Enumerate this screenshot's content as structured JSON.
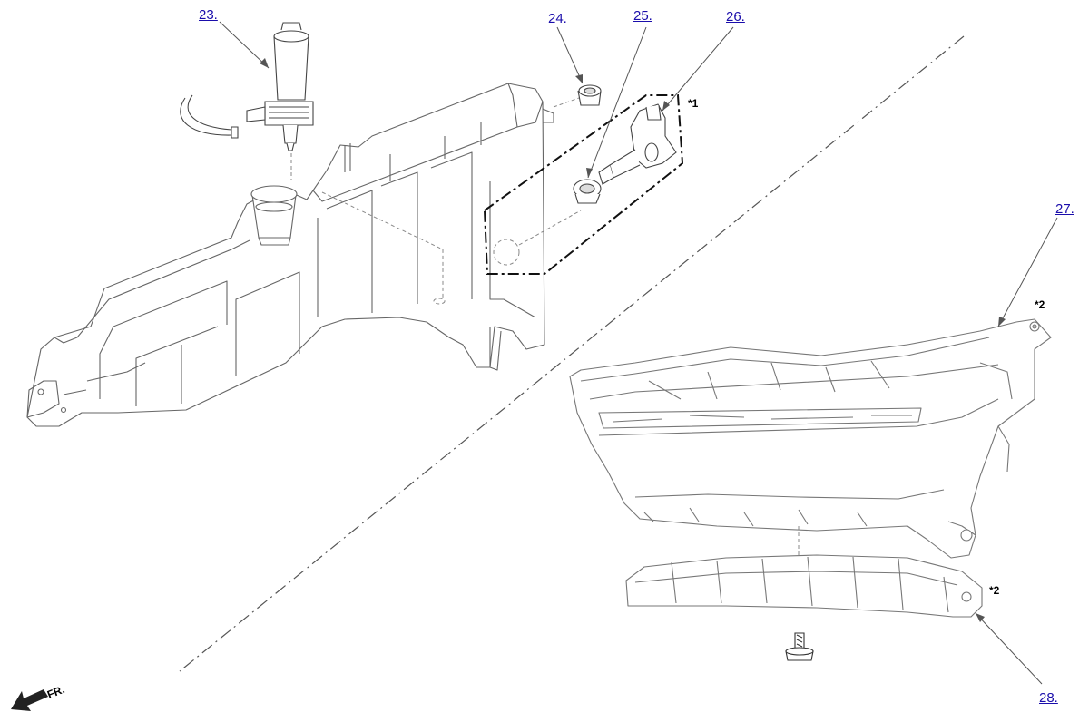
{
  "callouts": {
    "c23": "23.",
    "c24": "24.",
    "c25": "25.",
    "c26": "26.",
    "c27": "27.",
    "c28": "28."
  },
  "notes": {
    "n1": "*1",
    "n2a": "*2",
    "n2b": "*2"
  },
  "direction": {
    "label": "FR.",
    "icon": "front-arrow-icon"
  },
  "colors": {
    "line": "#555555",
    "faint": "#9a9a9a",
    "link": "#1a0dab",
    "ink": "#000000"
  }
}
